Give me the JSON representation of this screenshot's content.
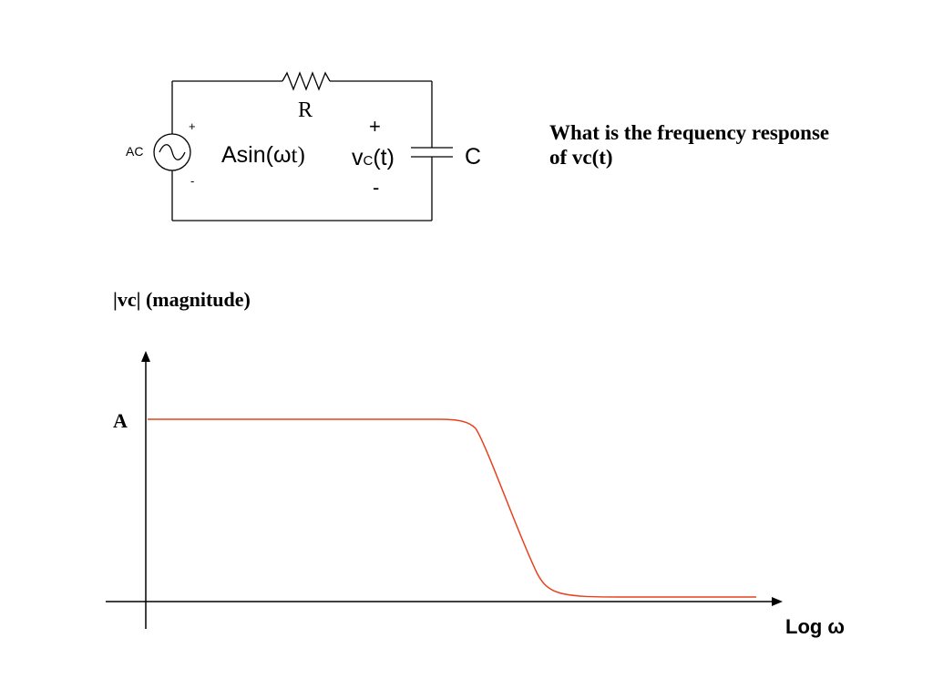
{
  "circuit": {
    "source_label": "AC",
    "source_plus": "+",
    "source_minus": "-",
    "source_expr_prefix": "Asin(",
    "source_expr_omega": "ω",
    "source_expr_t": "t",
    "source_expr_close": ")",
    "resistor_label": "R",
    "vc_plus": "+",
    "vc_main": "v",
    "vc_sub": "C",
    "vc_tail": "(t)",
    "vc_minus": "-",
    "capacitor_label": "C"
  },
  "question": {
    "line1": "What is the frequency response",
    "line2": "of vc(t)"
  },
  "plot": {
    "y_axis_title": "|vc| (magnitude)",
    "y_tick_label": "A",
    "x_axis_title": "Log ω",
    "curve_color": "#e8401c",
    "curve_shape": "flat at A, steep roll-off, then near zero"
  }
}
